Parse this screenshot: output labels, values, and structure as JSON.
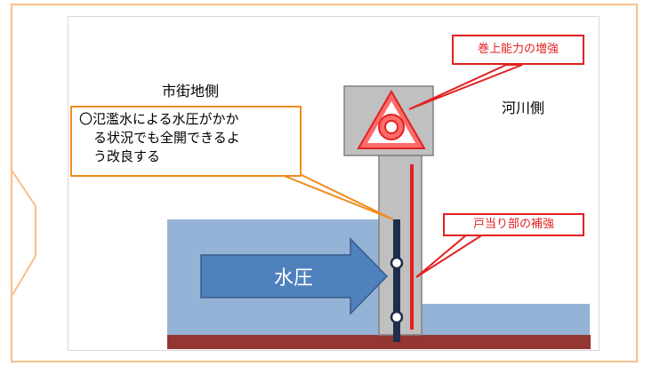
{
  "labels": {
    "city_side": "市街地側",
    "river_side": "河川側",
    "water_pressure": "水圧"
  },
  "callouts": {
    "hoist_reinforcement": "巻上能力の増強",
    "door_contact_reinforcement": "戸当り部の補強",
    "improvement_note_line1": "〇氾濫水による水圧がかか",
    "improvement_note_line2": "る状況でも全開できるよ",
    "improvement_note_line3": "う改良する"
  },
  "colors": {
    "frame_border": "#f7c08a",
    "water": "#95b3d7",
    "ground": "#943634",
    "arrow": "#4f81bd",
    "gate": "#c0c0c0",
    "red": "#e32020",
    "orange": "#f08c1e"
  }
}
